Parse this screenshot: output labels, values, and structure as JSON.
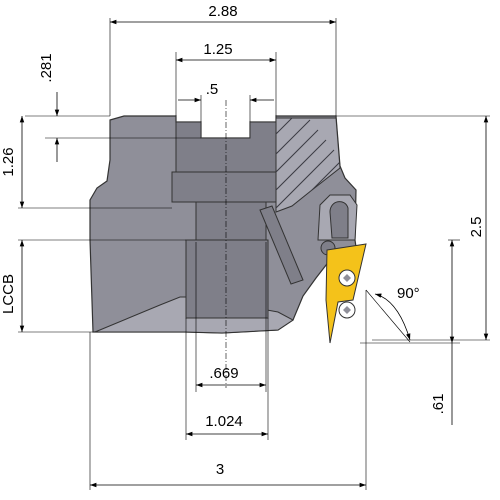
{
  "dimensions": {
    "overall_width": "2.88",
    "bore_width": "1.25",
    "keyway_width": ".5",
    "keyway_depth": ".281",
    "counterbore_depth": "1.26",
    "lccb": "LCCB",
    "height": "2.5",
    "angle": "90°",
    "projection": ".61",
    "through_bore": ".669",
    "counterbore_dia": "1.024",
    "cutting_dia": "3"
  }
}
